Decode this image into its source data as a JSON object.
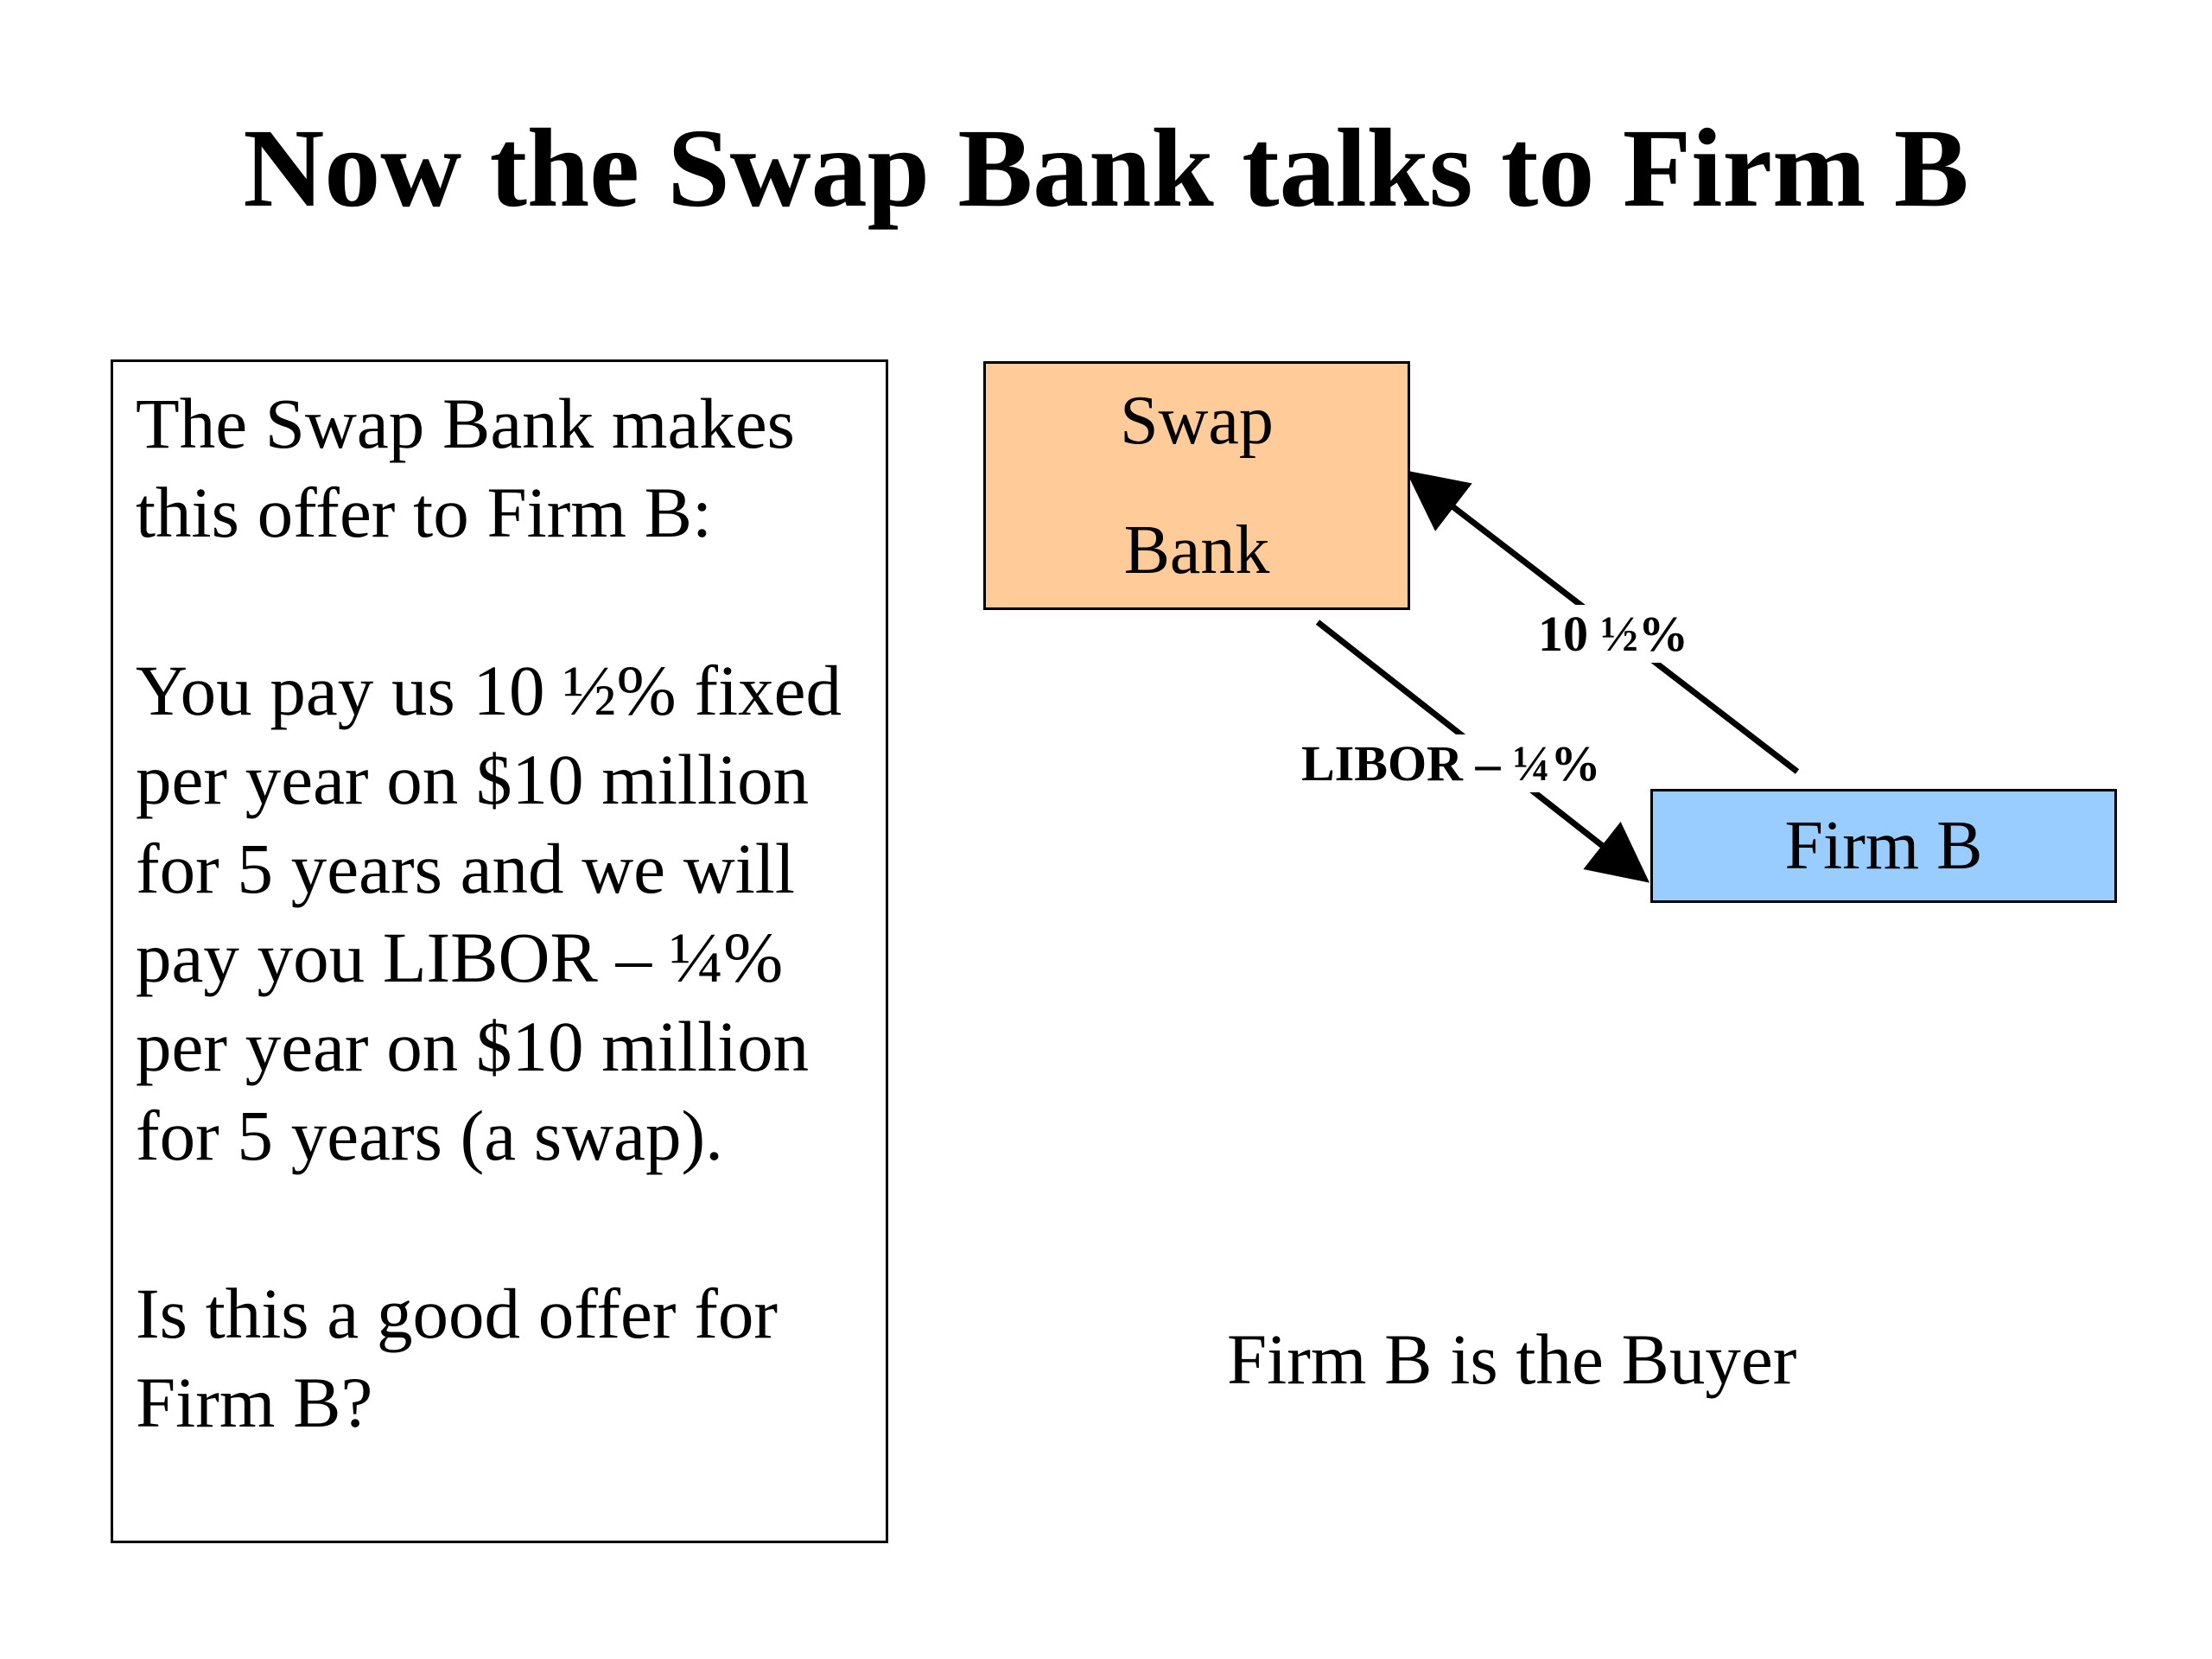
{
  "slide": {
    "title": "Now the Swap Bank talks to Firm B"
  },
  "offer_box": {
    "paragraphs": [
      "The Swap Bank makes\nthis offer to Firm B:",
      "You pay us 10 ½% fixed\nper year on $10 million\nfor 5 years and we will\npay you LIBOR – ¼%\nper year on $10 million\nfor 5 years (a swap).",
      "Is this a good offer for\nFirm B?"
    ]
  },
  "diagram": {
    "swap_bank": {
      "line1": "Swap",
      "line2": "Bank",
      "fill": "#ffcc99"
    },
    "firm_b": {
      "label": "Firm B",
      "fill": "#99ccff"
    },
    "flows": {
      "fixed_payment": "10 ½%",
      "floating_payment": "LIBOR – ¼%"
    },
    "caption": "Firm B is the Buyer"
  }
}
